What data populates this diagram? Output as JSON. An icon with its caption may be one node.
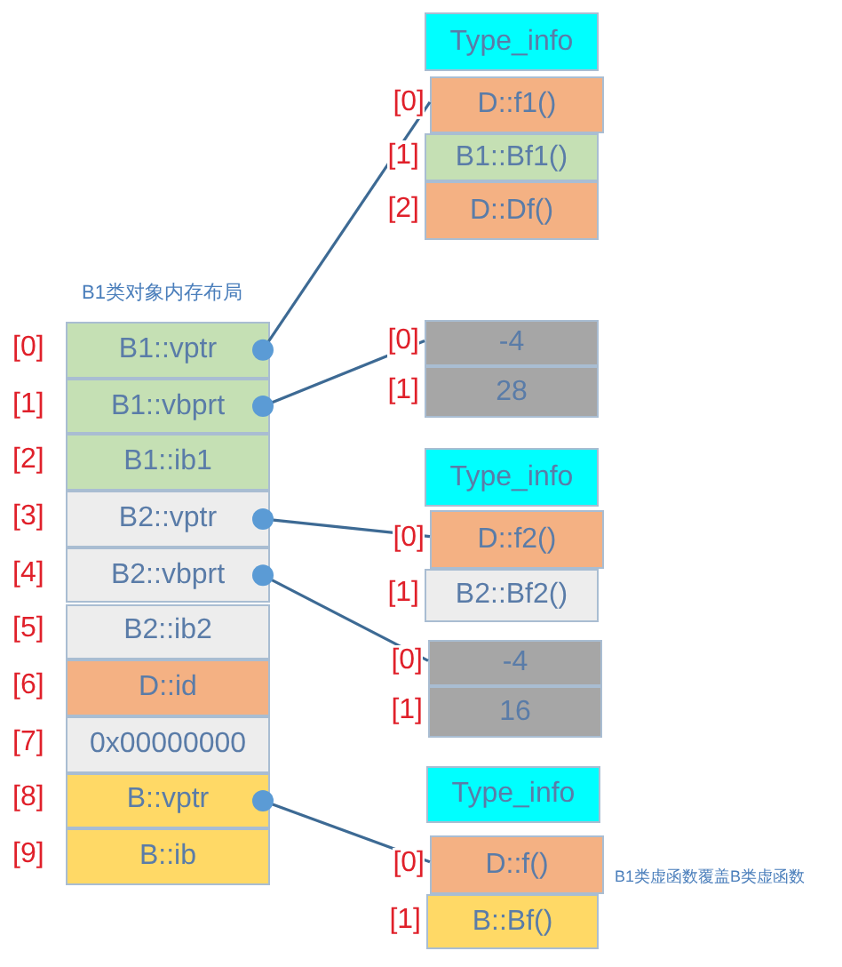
{
  "diagram": {
    "title": "B1类对象内存布局",
    "nodes": [
      {
        "text": [
          "B1::vptr"
        ],
        "beside": [
          "[0]"
        ]
      },
      {
        "text": [
          "B1::vbprt"
        ],
        "beside": [
          "[1]"
        ]
      },
      {
        "text": [
          "B1::ib1"
        ],
        "beside": [
          "[2]"
        ]
      },
      {
        "text": [
          "B2::vptr"
        ],
        "beside": [
          "[3]"
        ]
      },
      {
        "text": [
          "B2::vbprt"
        ],
        "beside": [
          "[4]"
        ]
      },
      {
        "text": [
          "B2::ib2"
        ],
        "beside": [
          "[5]"
        ]
      },
      {
        "text": [
          "D::id"
        ],
        "beside": [
          "[6]"
        ]
      },
      {
        "text": [
          "0x00000000"
        ],
        "beside": [
          "[7]"
        ]
      },
      {
        "text": [
          "B::vptr"
        ],
        "beside": [
          "[8]"
        ]
      },
      {
        "text": [
          "B::ib"
        ],
        "beside": [
          "[9]"
        ]
      },
      {
        "text": [
          "Type_info"
        ]
      },
      {
        "text": [
          "D::f1()"
        ],
        "beside": [
          "[0]"
        ]
      },
      {
        "text": [
          "B1::Bf1()"
        ],
        "beside": [
          "[1]"
        ]
      },
      {
        "text": [
          "D::Df()"
        ],
        "beside": [
          "[2]"
        ]
      },
      {
        "text": [
          "-4"
        ],
        "beside": [
          "[0]"
        ]
      },
      {
        "text": [
          "28"
        ],
        "beside": [
          "[1]"
        ]
      },
      {
        "text": [
          "Type_info"
        ]
      },
      {
        "text": [
          "D::f2()"
        ],
        "beside": [
          "[0]"
        ]
      },
      {
        "text": [
          "B2::Bf2()"
        ],
        "beside": [
          "[1]"
        ]
      },
      {
        "text": [
          "-4"
        ],
        "beside": [
          "[0]"
        ]
      },
      {
        "text": [
          "16"
        ],
        "beside": [
          "[1]"
        ]
      },
      {
        "text": [
          "Type_info"
        ]
      },
      {
        "text": [
          "D::f()"
        ],
        "beside": [
          "[0]"
        ]
      },
      {
        "text": [
          "B::Bf()"
        ],
        "beside": [
          "[1]"
        ]
      }
    ],
    "edges": [
      {
        "from": 0,
        "to": 11,
        "arrow": "other"
      },
      {
        "from": 1,
        "to": 14,
        "arrow": "other"
      },
      {
        "from": 3,
        "to": 17,
        "arrow": "other"
      },
      {
        "from": 4,
        "to": 19,
        "arrow": "other"
      },
      {
        "from": 8,
        "to": 22,
        "arrow": "other"
      }
    ],
    "labels": [
      "B1类虚函数覆盖B类虚函数"
    ]
  }
}
